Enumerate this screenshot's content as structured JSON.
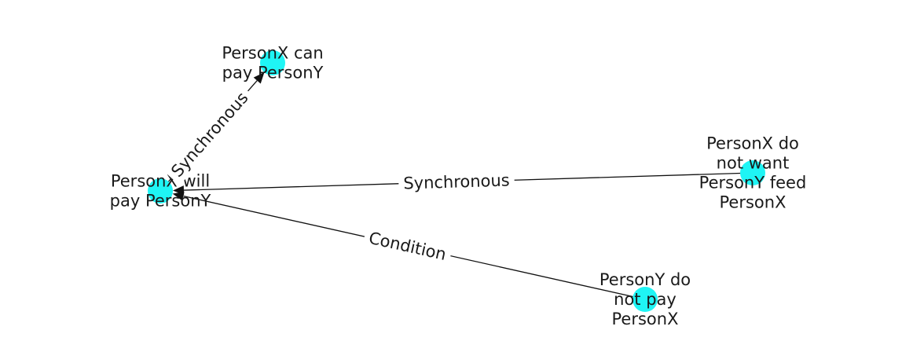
{
  "colors": {
    "node_fill": "#1ff5f5",
    "edge": "#111111",
    "text": "#1a1a1a",
    "edge_label_bg": "#ffffff"
  },
  "nodes": [
    {
      "id": "n0",
      "lines": [
        "PersonX will",
        "pay PersonY"
      ]
    },
    {
      "id": "n1",
      "lines": [
        "PersonX can",
        "pay PersonY"
      ]
    },
    {
      "id": "n2",
      "lines": [
        "PersonX do",
        "not want",
        "PersonY feed",
        "PersonX"
      ]
    },
    {
      "id": "n3",
      "lines": [
        "PersonY do",
        "not pay",
        "PersonX"
      ]
    }
  ],
  "edges": [
    {
      "from": "n0",
      "to": "n1",
      "label": "Synchronous"
    },
    {
      "from": "n2",
      "to": "n0",
      "label": "Synchronous"
    },
    {
      "from": "n3",
      "to": "n0",
      "label": "Condition"
    }
  ]
}
